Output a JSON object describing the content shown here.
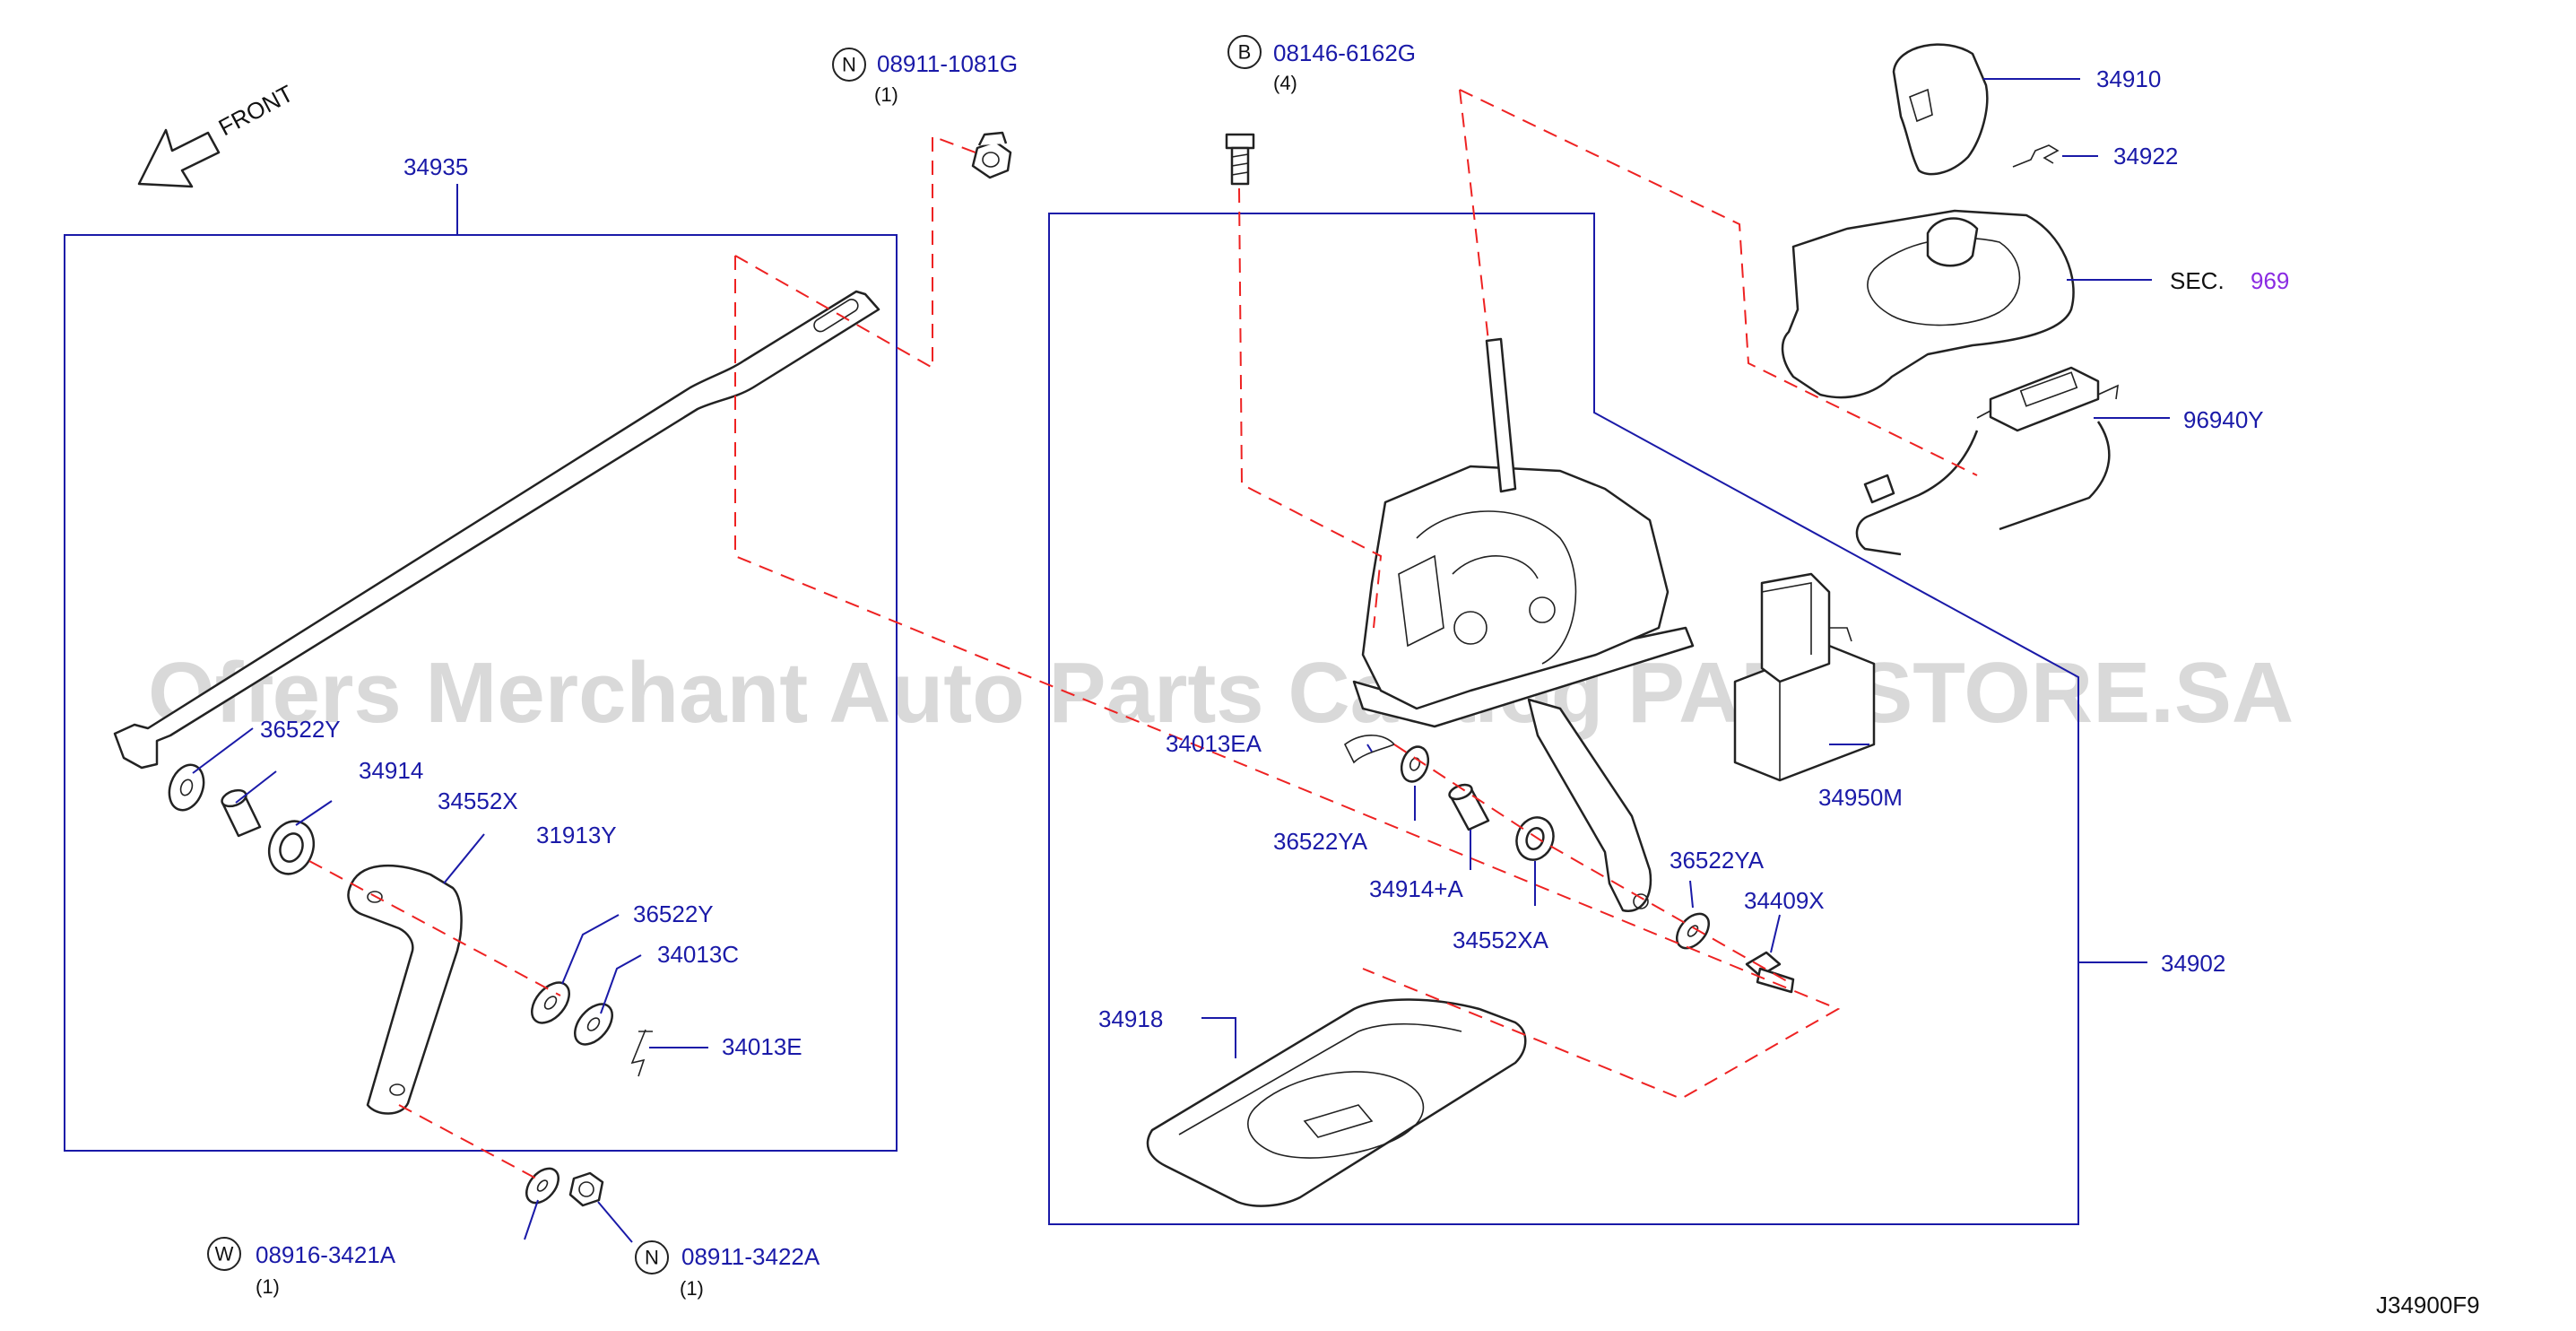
{
  "direction_label": "FRONT",
  "watermark": "Offers Merchant Auto Parts Catalog PARTSTORE.SA",
  "diagram_id": "J34900F9",
  "callouts": [
    {
      "id": "34935",
      "text": "34935"
    },
    {
      "id": "n1-code",
      "prefix": "N",
      "text": "08911-1081G",
      "qty": "(1)"
    },
    {
      "id": "b1-code",
      "prefix": "B",
      "text": "08146-6162G",
      "qty": "(4)"
    },
    {
      "id": "34910",
      "text": "34910"
    },
    {
      "id": "34922",
      "text": "34922"
    },
    {
      "id": "sec",
      "text": "SEC.",
      "num": "969"
    },
    {
      "id": "96940Y",
      "text": "96940Y"
    },
    {
      "id": "36522Y-a",
      "text": "36522Y"
    },
    {
      "id": "34914",
      "text": "34914"
    },
    {
      "id": "34552X",
      "text": "34552X"
    },
    {
      "id": "31913Y",
      "text": "31913Y"
    },
    {
      "id": "36522Y-b",
      "text": "36522Y"
    },
    {
      "id": "34013C",
      "text": "34013C"
    },
    {
      "id": "34013E",
      "text": "34013E"
    },
    {
      "id": "34013EA",
      "text": "34013EA"
    },
    {
      "id": "36522YA-a",
      "text": "36522YA"
    },
    {
      "id": "34914A",
      "text": "34914+A"
    },
    {
      "id": "34552XA",
      "text": "34552XA"
    },
    {
      "id": "36522YA-b",
      "text": "36522YA"
    },
    {
      "id": "34409X",
      "text": "34409X"
    },
    {
      "id": "34950M",
      "text": "34950M"
    },
    {
      "id": "34902",
      "text": "34902"
    },
    {
      "id": "34918",
      "text": "34918"
    },
    {
      "id": "w1-code",
      "prefix": "W",
      "text": "08916-3421A",
      "qty": "(1)"
    },
    {
      "id": "n2-code",
      "prefix": "N",
      "text": "08911-3422A",
      "qty": "(1)"
    }
  ]
}
